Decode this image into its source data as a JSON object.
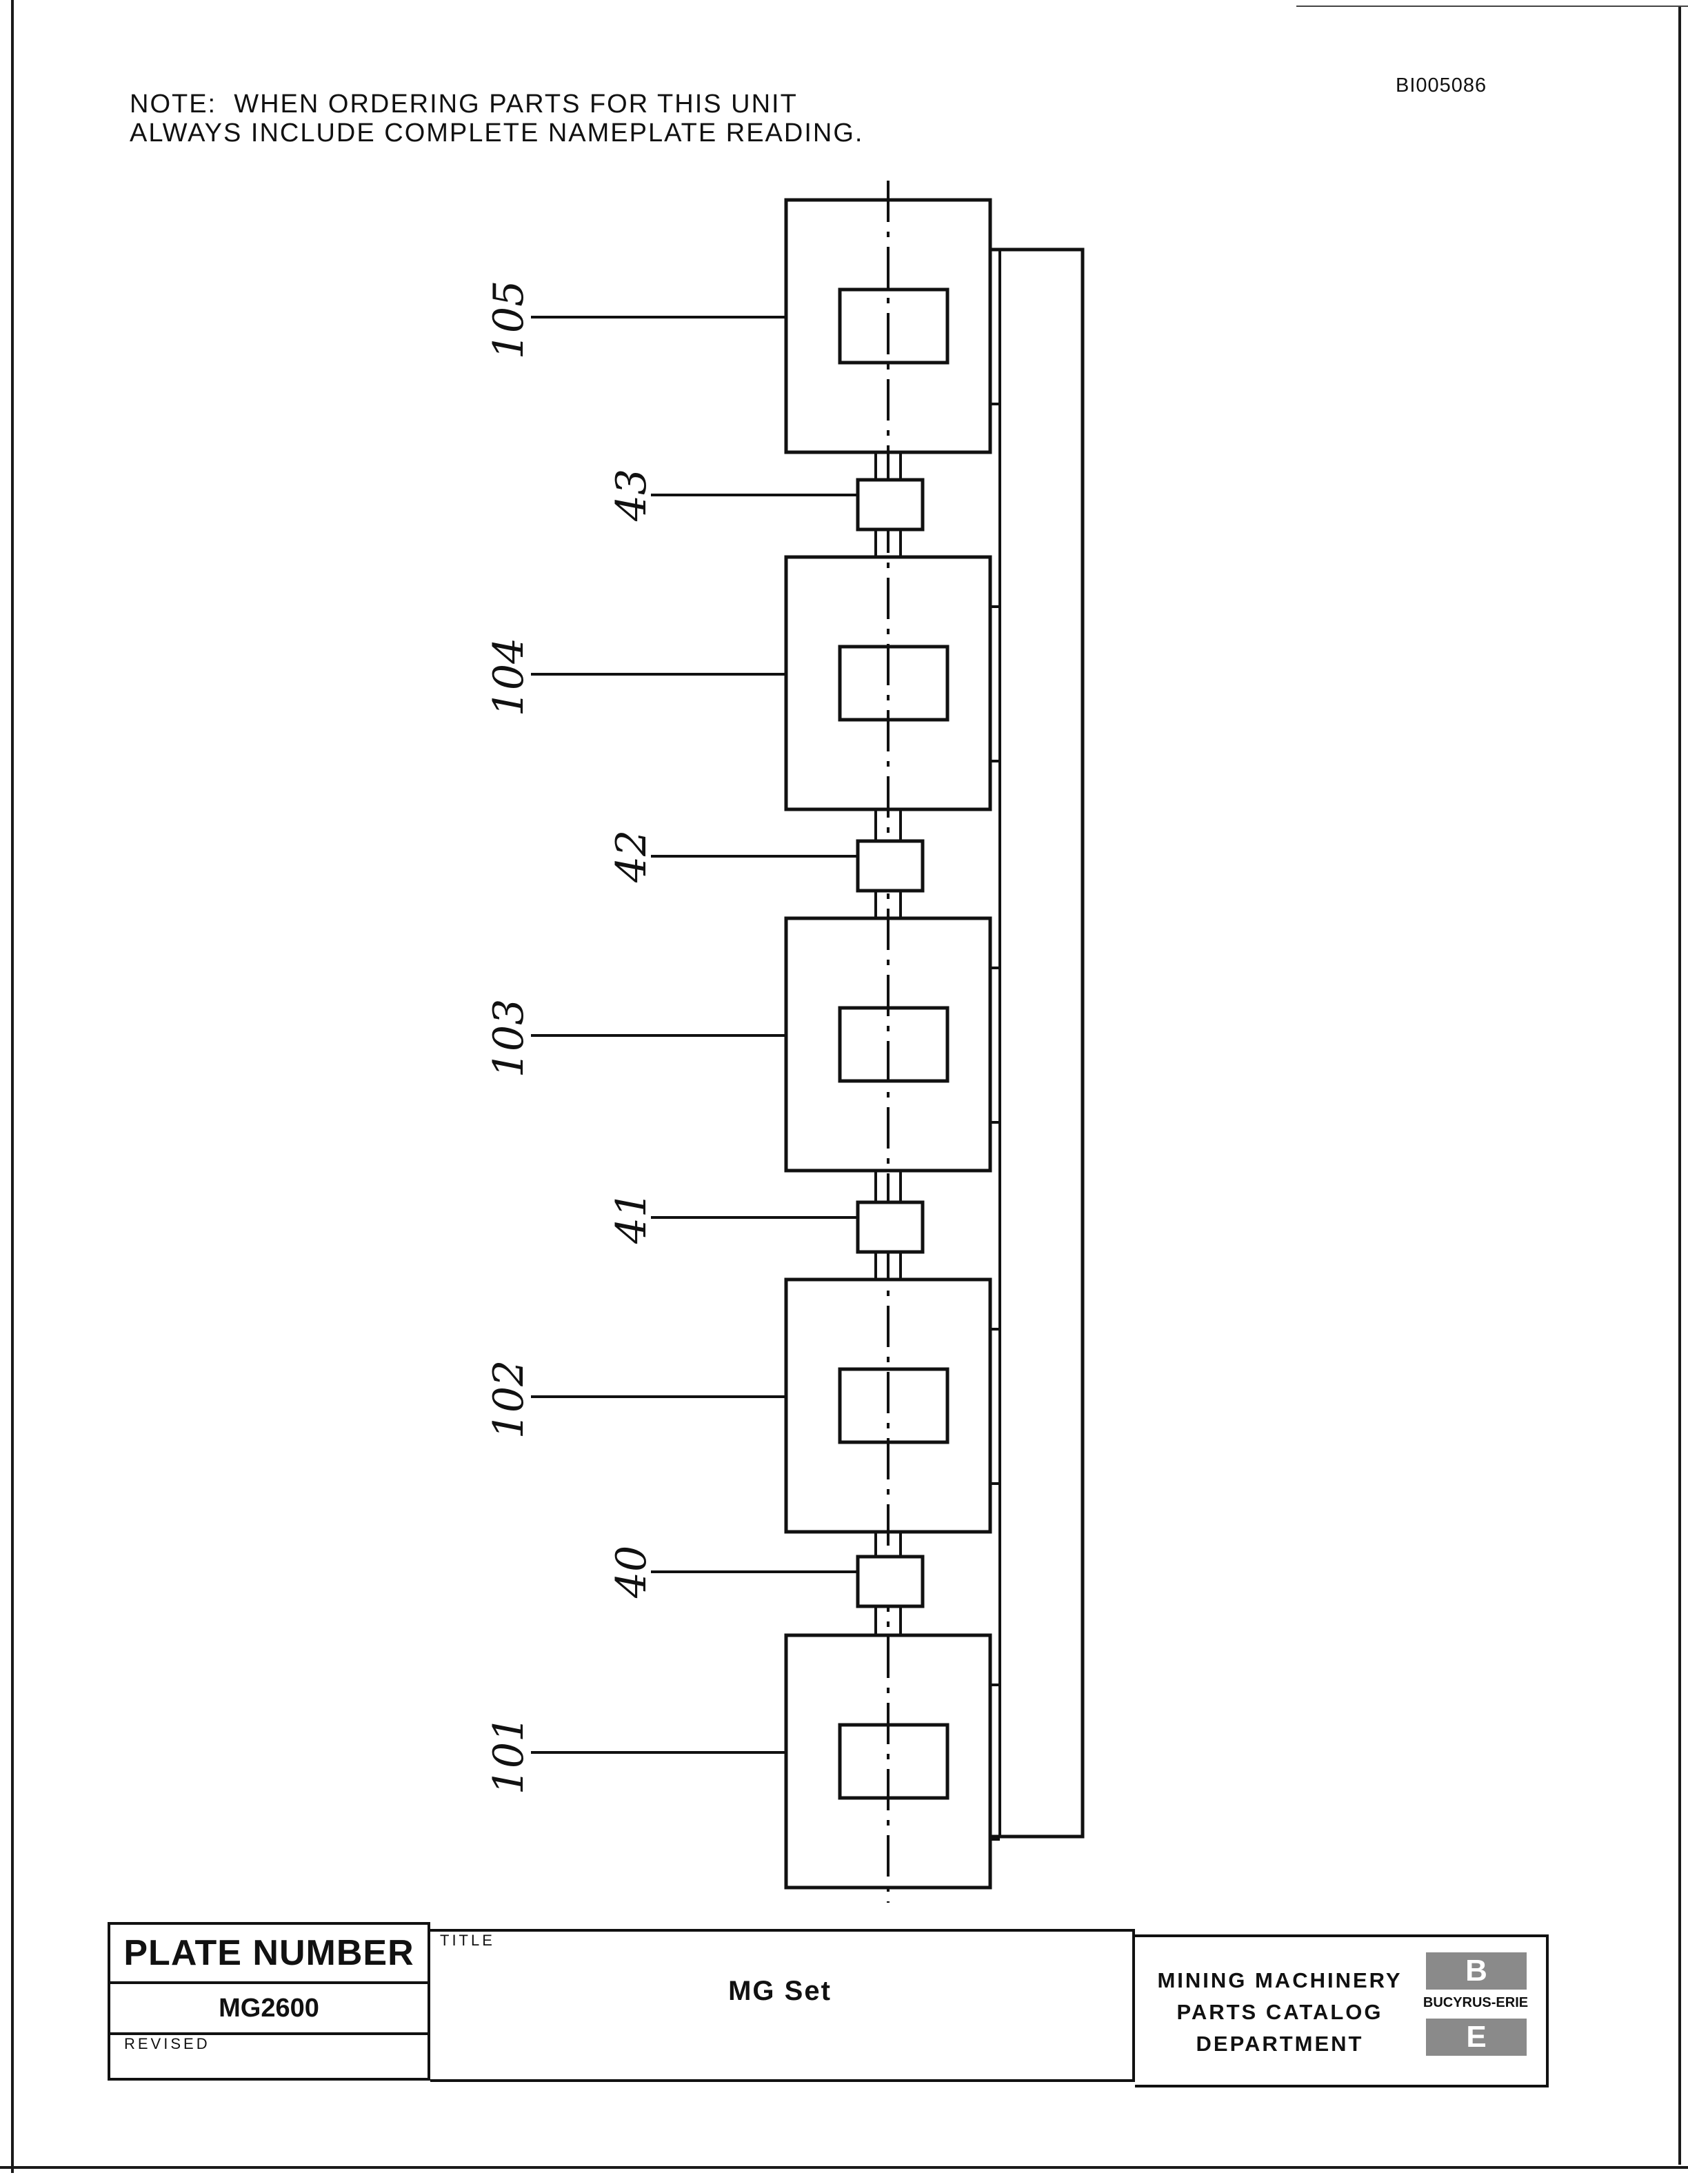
{
  "document": {
    "doc_id": "BI005086",
    "note": "NOTE:  WHEN ORDERING PARTS FOR THIS UNIT\nALWAYS INCLUDE COMPLETE NAMEPLATE READING."
  },
  "diagram": {
    "units": [
      {
        "callout": "105"
      },
      {
        "callout": "104"
      },
      {
        "callout": "103"
      },
      {
        "callout": "102"
      },
      {
        "callout": "101"
      }
    ],
    "couplings": [
      {
        "callout": "43"
      },
      {
        "callout": "42"
      },
      {
        "callout": "41"
      },
      {
        "callout": "40"
      }
    ]
  },
  "title_block": {
    "plate_number_label": "PLATE NUMBER",
    "plate_number": "MG2600",
    "revised_label": "REVISED",
    "title_label": "TITLE",
    "title": "MG  Set",
    "department": "MINING MACHINERY\nPARTS CATALOG\nDEPARTMENT",
    "logo_top": "B",
    "logo_name": "BUCYRUS-ERIE",
    "logo_bottom": "E"
  }
}
